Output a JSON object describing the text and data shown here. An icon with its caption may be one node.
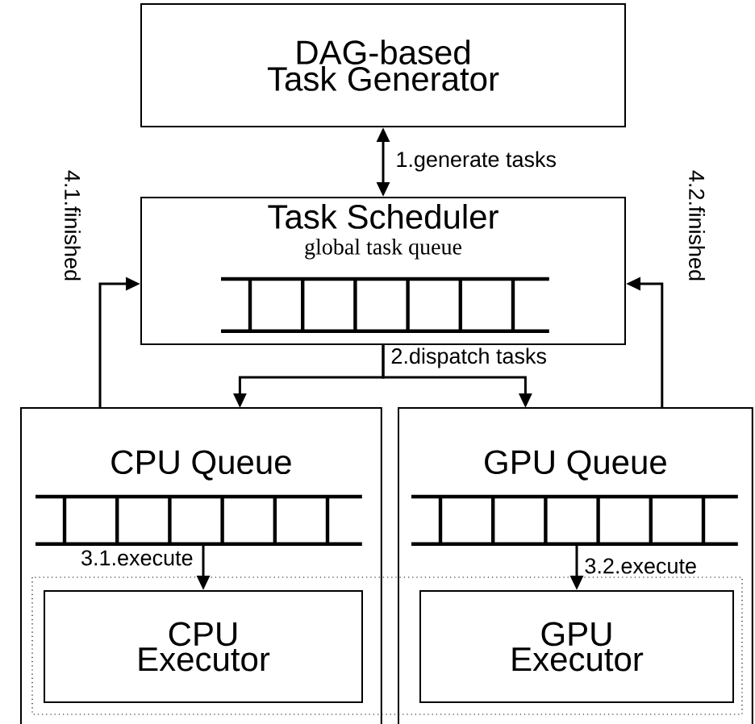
{
  "diagram": {
    "nodes": [
      {
        "text": [
          "DAG-based Task Generator"
        ]
      },
      {
        "text": [
          "Task Scheduler",
          "global task queue"
        ]
      },
      {
        "text": [
          "CPU Queue"
        ]
      },
      {
        "text": [
          "GPU Queue"
        ]
      },
      {
        "text": [
          "CPU Executor"
        ],
        "in": 2
      },
      {
        "text": [
          "GPU Executor"
        ],
        "in": 3
      },
      {
        "text": [],
        "shape": "queue",
        "in": 1
      },
      {
        "text": [],
        "shape": "queue",
        "in": 2
      },
      {
        "text": [],
        "shape": "queue",
        "in": 3
      }
    ],
    "edges": [
      {
        "from": 0,
        "to": 1,
        "arrow": "both",
        "label": "1.generate tasks"
      },
      {
        "from": 1,
        "to": 2,
        "arrow": "to",
        "label": "2.dispatch tasks"
      },
      {
        "from": 1,
        "to": 3,
        "arrow": "to"
      },
      {
        "from": 7,
        "to": 4,
        "arrow": "to",
        "label": "3.1.execute"
      },
      {
        "from": 8,
        "to": 5,
        "arrow": "to",
        "label": "3.2.execute"
      },
      {
        "from": 2,
        "to": 1,
        "arrow": "to",
        "label": "4.1.finished"
      },
      {
        "from": 3,
        "to": 1,
        "arrow": "to",
        "label": "4.2.finished"
      }
    ]
  }
}
